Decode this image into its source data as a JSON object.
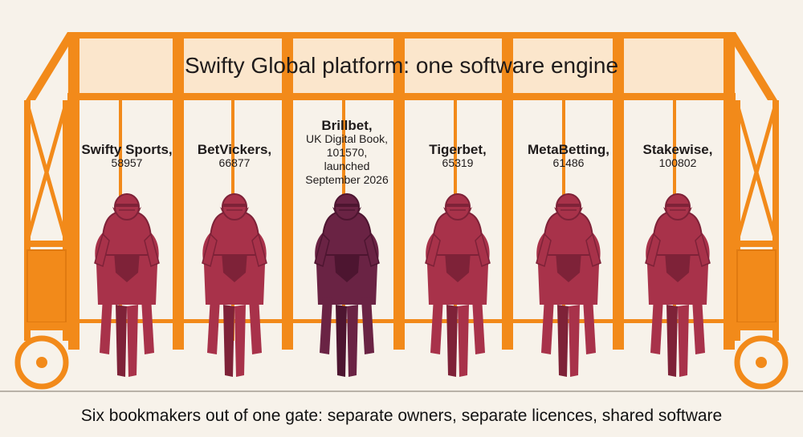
{
  "title": "Swifty Global platform: one software engine",
  "caption": "Six bookmakers out of one gate: separate owners, separate licences, shared software",
  "colors": {
    "gate": "#f28a1a",
    "gate_dark": "#e07a10",
    "banner": "#fbe6cc",
    "horse": "#a8324a",
    "horse_dark": "#7e2238",
    "highlight": "#6a2344",
    "highlight_dark": "#4d1530",
    "background": "#f7f2ea"
  },
  "bookmakers": [
    {
      "name": "Swifty Sports,",
      "detail": "58957",
      "highlight": false
    },
    {
      "name": "BetVickers,",
      "detail": "66877",
      "highlight": false
    },
    {
      "name": "Brillbet,",
      "detail": "UK Digital Book,\n101570,\nlaunched\nSeptember 2026",
      "highlight": true
    },
    {
      "name": "Tigerbet,",
      "detail": "65319",
      "highlight": false
    },
    {
      "name": "MetaBetting,",
      "detail": "61486",
      "highlight": false
    },
    {
      "name": "Stakewise,",
      "detail": "100802",
      "highlight": false
    }
  ]
}
